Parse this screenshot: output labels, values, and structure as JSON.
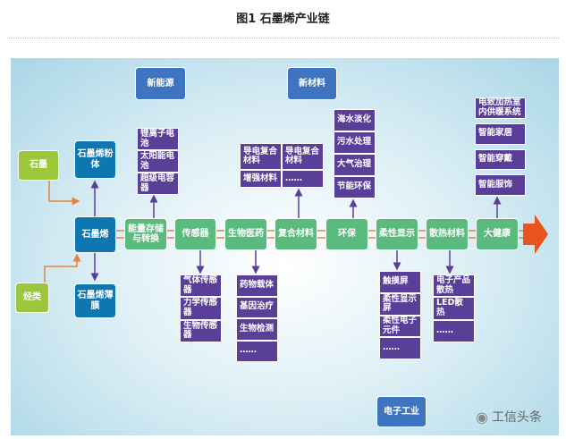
{
  "title": "图1  石墨烯产业链",
  "categories": {
    "new_energy": "新能源",
    "new_material": "新材料",
    "electronics": "电子工业"
  },
  "sources": {
    "graphite": "石墨",
    "hydrocarbon": "烃类"
  },
  "graphene": {
    "main": "石墨烯",
    "powder": "石墨烯粉体",
    "film": "石墨烯薄膜"
  },
  "chain": [
    "能量存储与转换",
    "传感器",
    "生物医药",
    "复合材料",
    "环保",
    "柔性显示",
    "散热材料",
    "大健康"
  ],
  "energy_items": [
    "锂离子电池",
    "太阳能电池",
    "超级电容器"
  ],
  "composite_items": [
    "导电复合材料",
    "导电复合材料",
    "增强材料",
    "……"
  ],
  "env_items": [
    "海水淡化",
    "污水处理",
    "大气治理",
    "节能环保"
  ],
  "health_items": [
    "电致加热室内供暖系统",
    "智能家居",
    "智能穿戴",
    "智能服饰"
  ],
  "sensor_items": [
    "气体传感器",
    "力学传感器",
    "生物传感器"
  ],
  "bio_items": [
    "药物载体",
    "基因治疗",
    "生物检测",
    "……"
  ],
  "display_items": [
    "触摸屏",
    "柔性显示屏",
    "柔性电子元件",
    "……"
  ],
  "heat_items": [
    "电子产品散热",
    "LED散热",
    "……"
  ],
  "watermark": "工信头条",
  "colors": {
    "purple": "#5a3f98",
    "green": "#5bbb7e",
    "blue": "#3f74c0",
    "orange": "#e8531e"
  }
}
